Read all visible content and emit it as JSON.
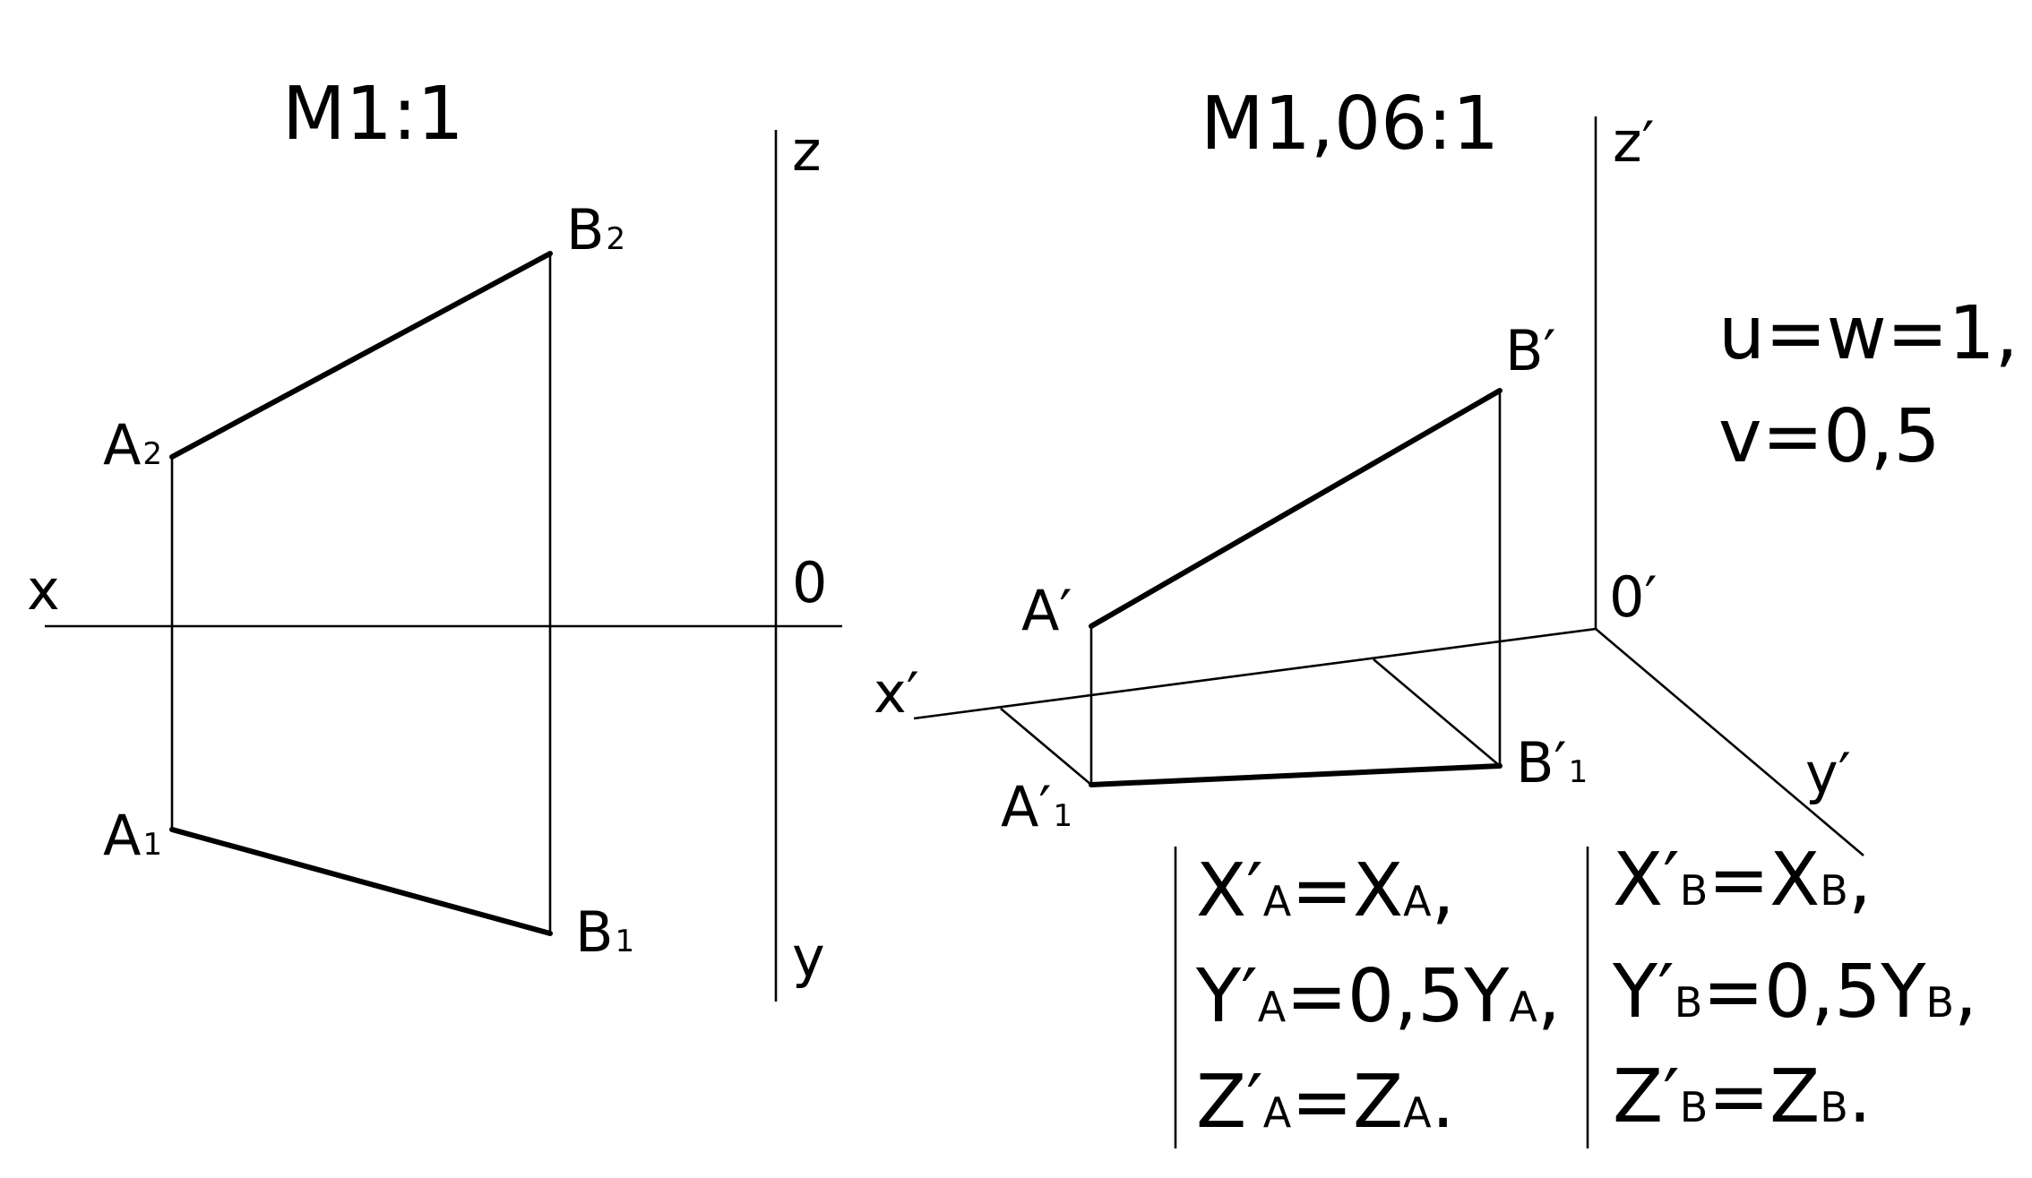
{
  "left_view": {
    "scale": "M1:1",
    "axis_x": "x",
    "axis_z": "z",
    "axis_y": "y",
    "origin": "0",
    "point_a2": {
      "letter": "A",
      "index": "2"
    },
    "point_b2": {
      "letter": "B",
      "index": "2"
    },
    "point_a1": {
      "letter": "A",
      "index": "1"
    },
    "point_b1": {
      "letter": "B",
      "index": "1"
    }
  },
  "right_view": {
    "scale": "M1,06:1",
    "axis_x": "x′",
    "axis_z": "z′",
    "axis_y": "y′",
    "origin": "0′",
    "point_a": "A′",
    "point_b": "B′",
    "point_a1": {
      "letter": "A′",
      "index": "1"
    },
    "point_b1": {
      "letter": "B′",
      "index": "1"
    },
    "coefficients": [
      "u=w=1,",
      "v=0,5"
    ]
  },
  "equations_a": [
    {
      "left": "X′",
      "left_sub": "A",
      "mid": "=X",
      "right_sub": "A",
      "tail": ","
    },
    {
      "left": "Y′",
      "left_sub": "A",
      "mid": "=0,5Y",
      "right_sub": "A",
      "tail": ","
    },
    {
      "left": "Z′",
      "left_sub": "A",
      "mid": "=Z",
      "right_sub": "A",
      "tail": "."
    }
  ],
  "equations_b": [
    {
      "left": "X′",
      "left_sub": "B",
      "mid": "=X",
      "right_sub": "B",
      "tail": ","
    },
    {
      "left": "Y′",
      "left_sub": "B",
      "mid": "=0,5Y",
      "right_sub": "B",
      "tail": ","
    },
    {
      "left": "Z′",
      "left_sub": "B",
      "mid": "=Z",
      "right_sub": "B",
      "tail": "."
    }
  ]
}
